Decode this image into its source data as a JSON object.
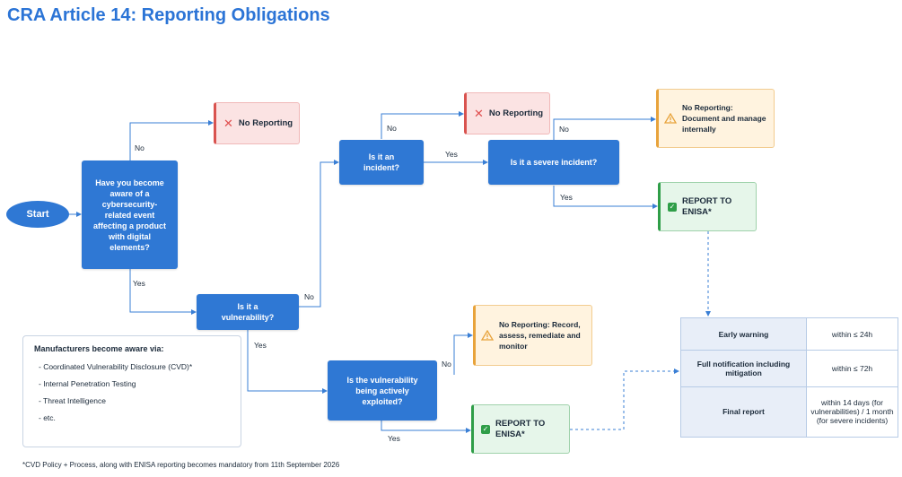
{
  "title": "CRA Article 14: Reporting Obligations",
  "nodes": {
    "start": "Start",
    "q_aware": "Have you become aware of a cybersecurity-related event affecting a product with digital elements?",
    "q_incident": "Is it an incident?",
    "q_severe": "Is it a severe incident?",
    "q_vuln": "Is it a vulnerability?",
    "q_exploited": "Is the vulnerability being actively exploited?",
    "no_report_1": "No Reporting",
    "no_report_2": "No Reporting",
    "no_report_doc": "No Reporting: Document and manage internally",
    "no_report_record": "No Reporting: Record, assess, remediate and monitor",
    "report_1": "REPORT TO ENISA*",
    "report_2": "REPORT TO ENISA*"
  },
  "edge_labels": {
    "aware_no": "No",
    "aware_yes": "Yes",
    "incident_no": "No",
    "incident_yes": "Yes",
    "severe_no": "No",
    "severe_yes": "Yes",
    "vuln_no": "No",
    "vuln_yes": "Yes",
    "exploited_no": "No",
    "exploited_yes": "Yes"
  },
  "awareness": {
    "heading": "Manufacturers become aware via:",
    "items": [
      "- Coordinated Vulnerability Disclosure (CVD)*",
      "- Internal Penetration Testing",
      "- Threat Intelligence",
      "- etc."
    ]
  },
  "timeline": [
    {
      "stage": "Early warning",
      "deadline": "within ≤ 24h"
    },
    {
      "stage": "Full notification including mitigation",
      "deadline": "within ≤ 72h"
    },
    {
      "stage": "Final report",
      "deadline": "within 14 days (for vulnerabilities) / 1 month (for severe incidents)"
    }
  ],
  "footnote": "*CVD Policy + Process, along with ENISA reporting becomes mandatory from 11th September 2026",
  "colors": {
    "primary": "#2f78d4",
    "no_reporting": "#d9534f",
    "caution": "#e8a33b",
    "report": "#2f9e48"
  },
  "icons": {
    "no_reporting": "x-icon",
    "caution": "warning-icon",
    "report": "checkmark-icon"
  }
}
